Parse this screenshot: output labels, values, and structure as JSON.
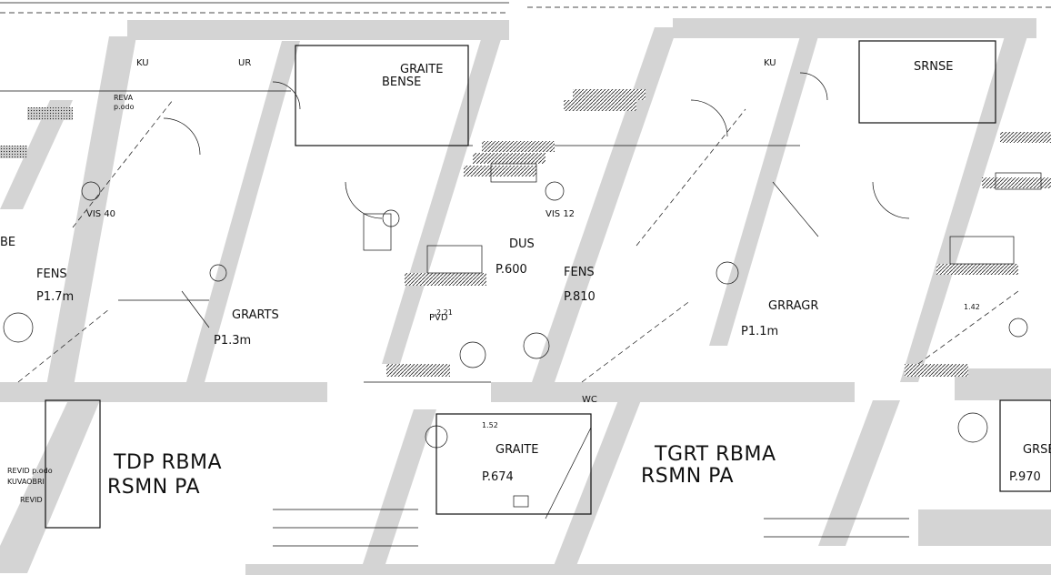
{
  "room_labels": {
    "tl_kitchen_a": "KU",
    "tl_kitchen_b": "UR",
    "tl_revid": "REVA",
    "tl_podod": "p.odo",
    "tl_bed": "BE",
    "tl_vis": "VIS",
    "tl_bath": "FENS",
    "tl_bath_area": "P1.7m",
    "tl_storage_top": "GRAITE",
    "tl_storage_top2": "BENSE",
    "c_room": "GRARTS",
    "c_room_area": "P1.3m",
    "c_bath": "DUS",
    "c_bath_area": "P.600",
    "c_bath2": "FENS",
    "c_bath2_area": "P.810",
    "c_storage": "GRAITE",
    "c_storage_area": "P.674",
    "c_hallway": "PVD",
    "tr_room": "SRNSE",
    "tr_kitchen": "KU",
    "tr_bedroom": "GRRAGR",
    "tr_bedroom_area": "P1.1m",
    "tr_store": "GRSE",
    "tr_store_area": "P.970",
    "bl_ground_1": "TDP RBMA",
    "bl_ground_2": "RSMN PA",
    "bc_ground_1": "TGRT RBMA",
    "bc_ground_2": "RSMN PA",
    "bl_note_1": "REVID p.odo",
    "bl_note_2": "KUVAOBRI",
    "bl_note_3": "REVID",
    "wc_label": "WC",
    "vis_label": "VIS 40",
    "vis_label2": "VIS 12",
    "dim_1": "1.52",
    "dim_2": "2.21",
    "dim_3": "1.42"
  }
}
